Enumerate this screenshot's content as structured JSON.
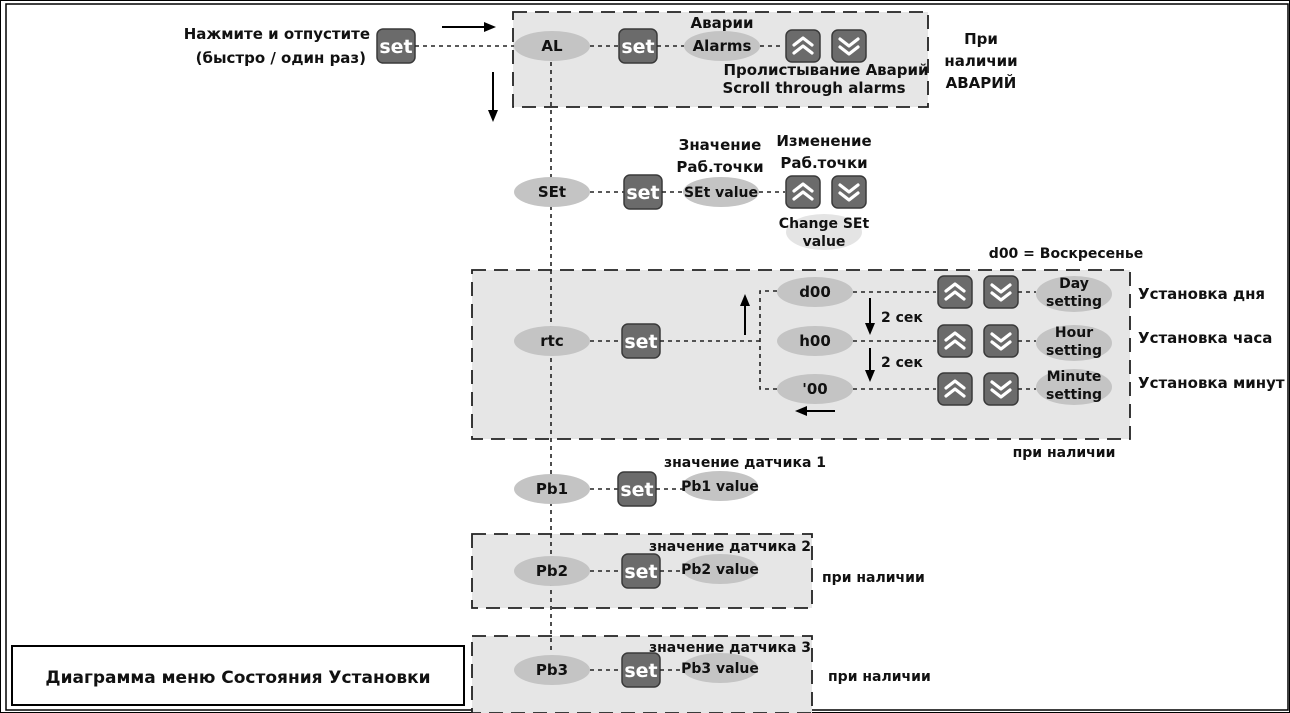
{
  "press_instruction": {
    "line1": "Нажмите и отпустите",
    "line2": "(быстро / один раз)"
  },
  "set_label": "set",
  "alarms": {
    "node": "AL",
    "label_ru": "Аварии",
    "label_en": "Alarms",
    "scroll_ru": "Пролистывание Аварий",
    "scroll_en": "Scroll through alarms",
    "note_line1": "При",
    "note_line2": "наличии",
    "note_line3": "АВАРИЙ"
  },
  "setpoint": {
    "node": "SEt",
    "value_ru_line1": "Значение",
    "value_ru_line2": "Раб.точки",
    "value_en": "SEt value",
    "change_ru_line1": "Изменение",
    "change_ru_line2": "Раб.точки",
    "change_en_line1": "Change SEt",
    "change_en_line2": "value"
  },
  "rtc": {
    "node": "rtc",
    "day_note": "d00 = Воскресенье",
    "delay": "2 сек",
    "when_present": "при наличии",
    "rows": [
      {
        "node": "d00",
        "en_line1": "Day",
        "en_line2": "setting",
        "ru": "Установка дня"
      },
      {
        "node": "h00",
        "en_line1": "Hour",
        "en_line2": "setting",
        "ru": "Установка часа"
      },
      {
        "node": "'00",
        "en_line1": "Minute",
        "en_line2": "setting",
        "ru": "Установка минут"
      }
    ]
  },
  "probes": [
    {
      "node": "Pb1",
      "label_ru": "значение датчика 1",
      "value_en": "Pb1 value",
      "note": ""
    },
    {
      "node": "Pb2",
      "label_ru": "значение датчика 2",
      "value_en": "Pb2 value",
      "note": "при наличии"
    },
    {
      "node": "Pb3",
      "label_ru": "значение датчика 3",
      "value_en": "Pb3 value",
      "note": "при наличии"
    }
  ],
  "caption": "Диаграмма меню Состояния Установки",
  "icons": {
    "up": "chevron-up-icon",
    "down": "chevron-down-icon"
  }
}
